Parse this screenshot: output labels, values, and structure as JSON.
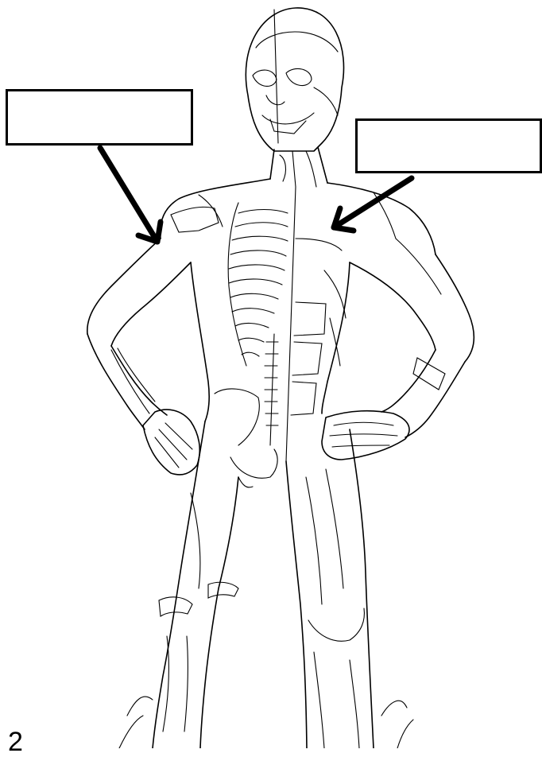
{
  "diagram": {
    "label_boxes": [
      {
        "id": "left",
        "text": ""
      },
      {
        "id": "right",
        "text": ""
      }
    ],
    "page_number": "2"
  }
}
